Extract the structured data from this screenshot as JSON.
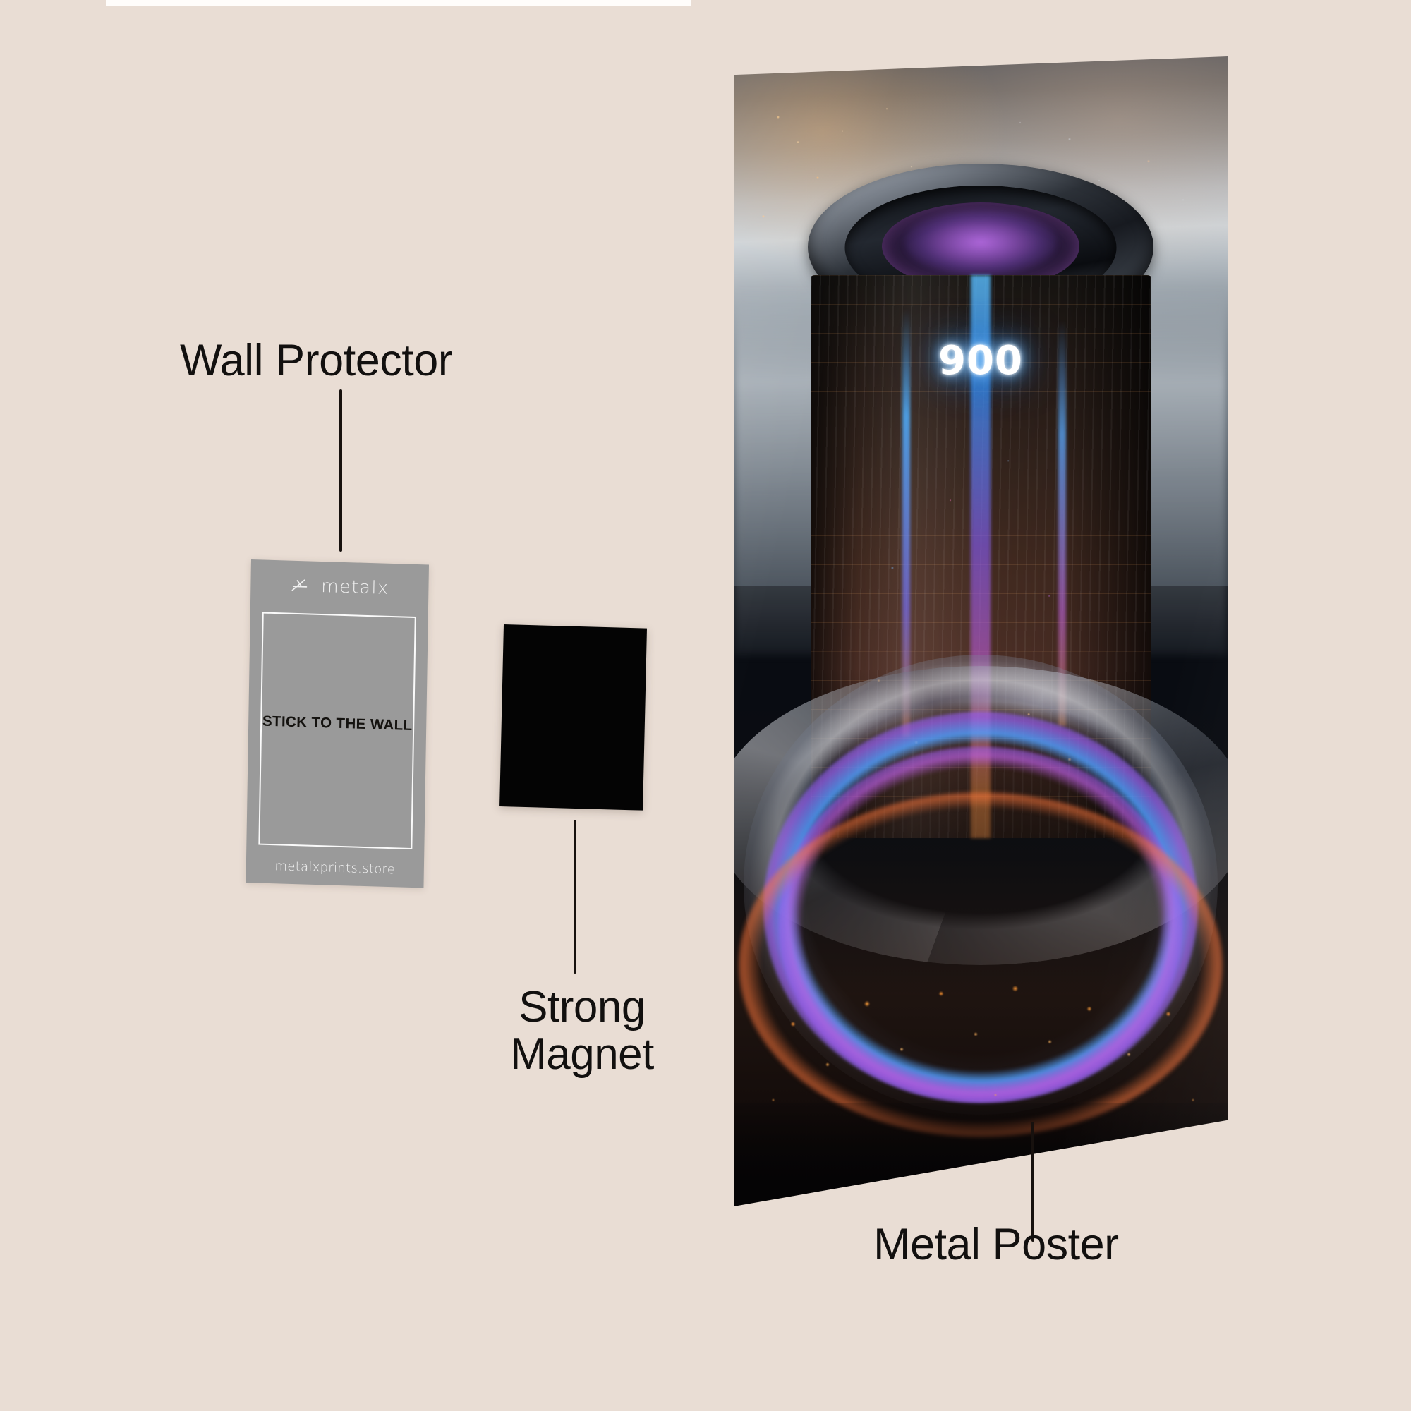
{
  "background_color": "#e9ddd4",
  "accent_text_color": "#12100f",
  "callouts": [
    {
      "id": "wall-protector",
      "label": "Wall Protector"
    },
    {
      "id": "strong-magnet",
      "label": "Strong Magnet"
    },
    {
      "id": "metal-poster",
      "label": "Metal Poster"
    }
  ],
  "wall_protector": {
    "brand_logo_text": "metalx",
    "brand_logo_icon": "metalx-arrow-mark-icon",
    "center_text": "STICK TO THE WALL",
    "url_text": "metalxprints.store",
    "card_color": "#9a9a9a",
    "frame_color": "#fafafa"
  },
  "magnet": {
    "color": "#040404",
    "shape": "square"
  },
  "metal_poster": {
    "neon_sign_text": "900",
    "neon_sign_color": "#ffffff",
    "neon_glow_color": "#4ea8ff",
    "artwork_description": "futuristic cyberpunk tower at night",
    "accent_colors": [
      "#4ea8ff",
      "#be5fe6",
      "#ff9a46"
    ]
  }
}
